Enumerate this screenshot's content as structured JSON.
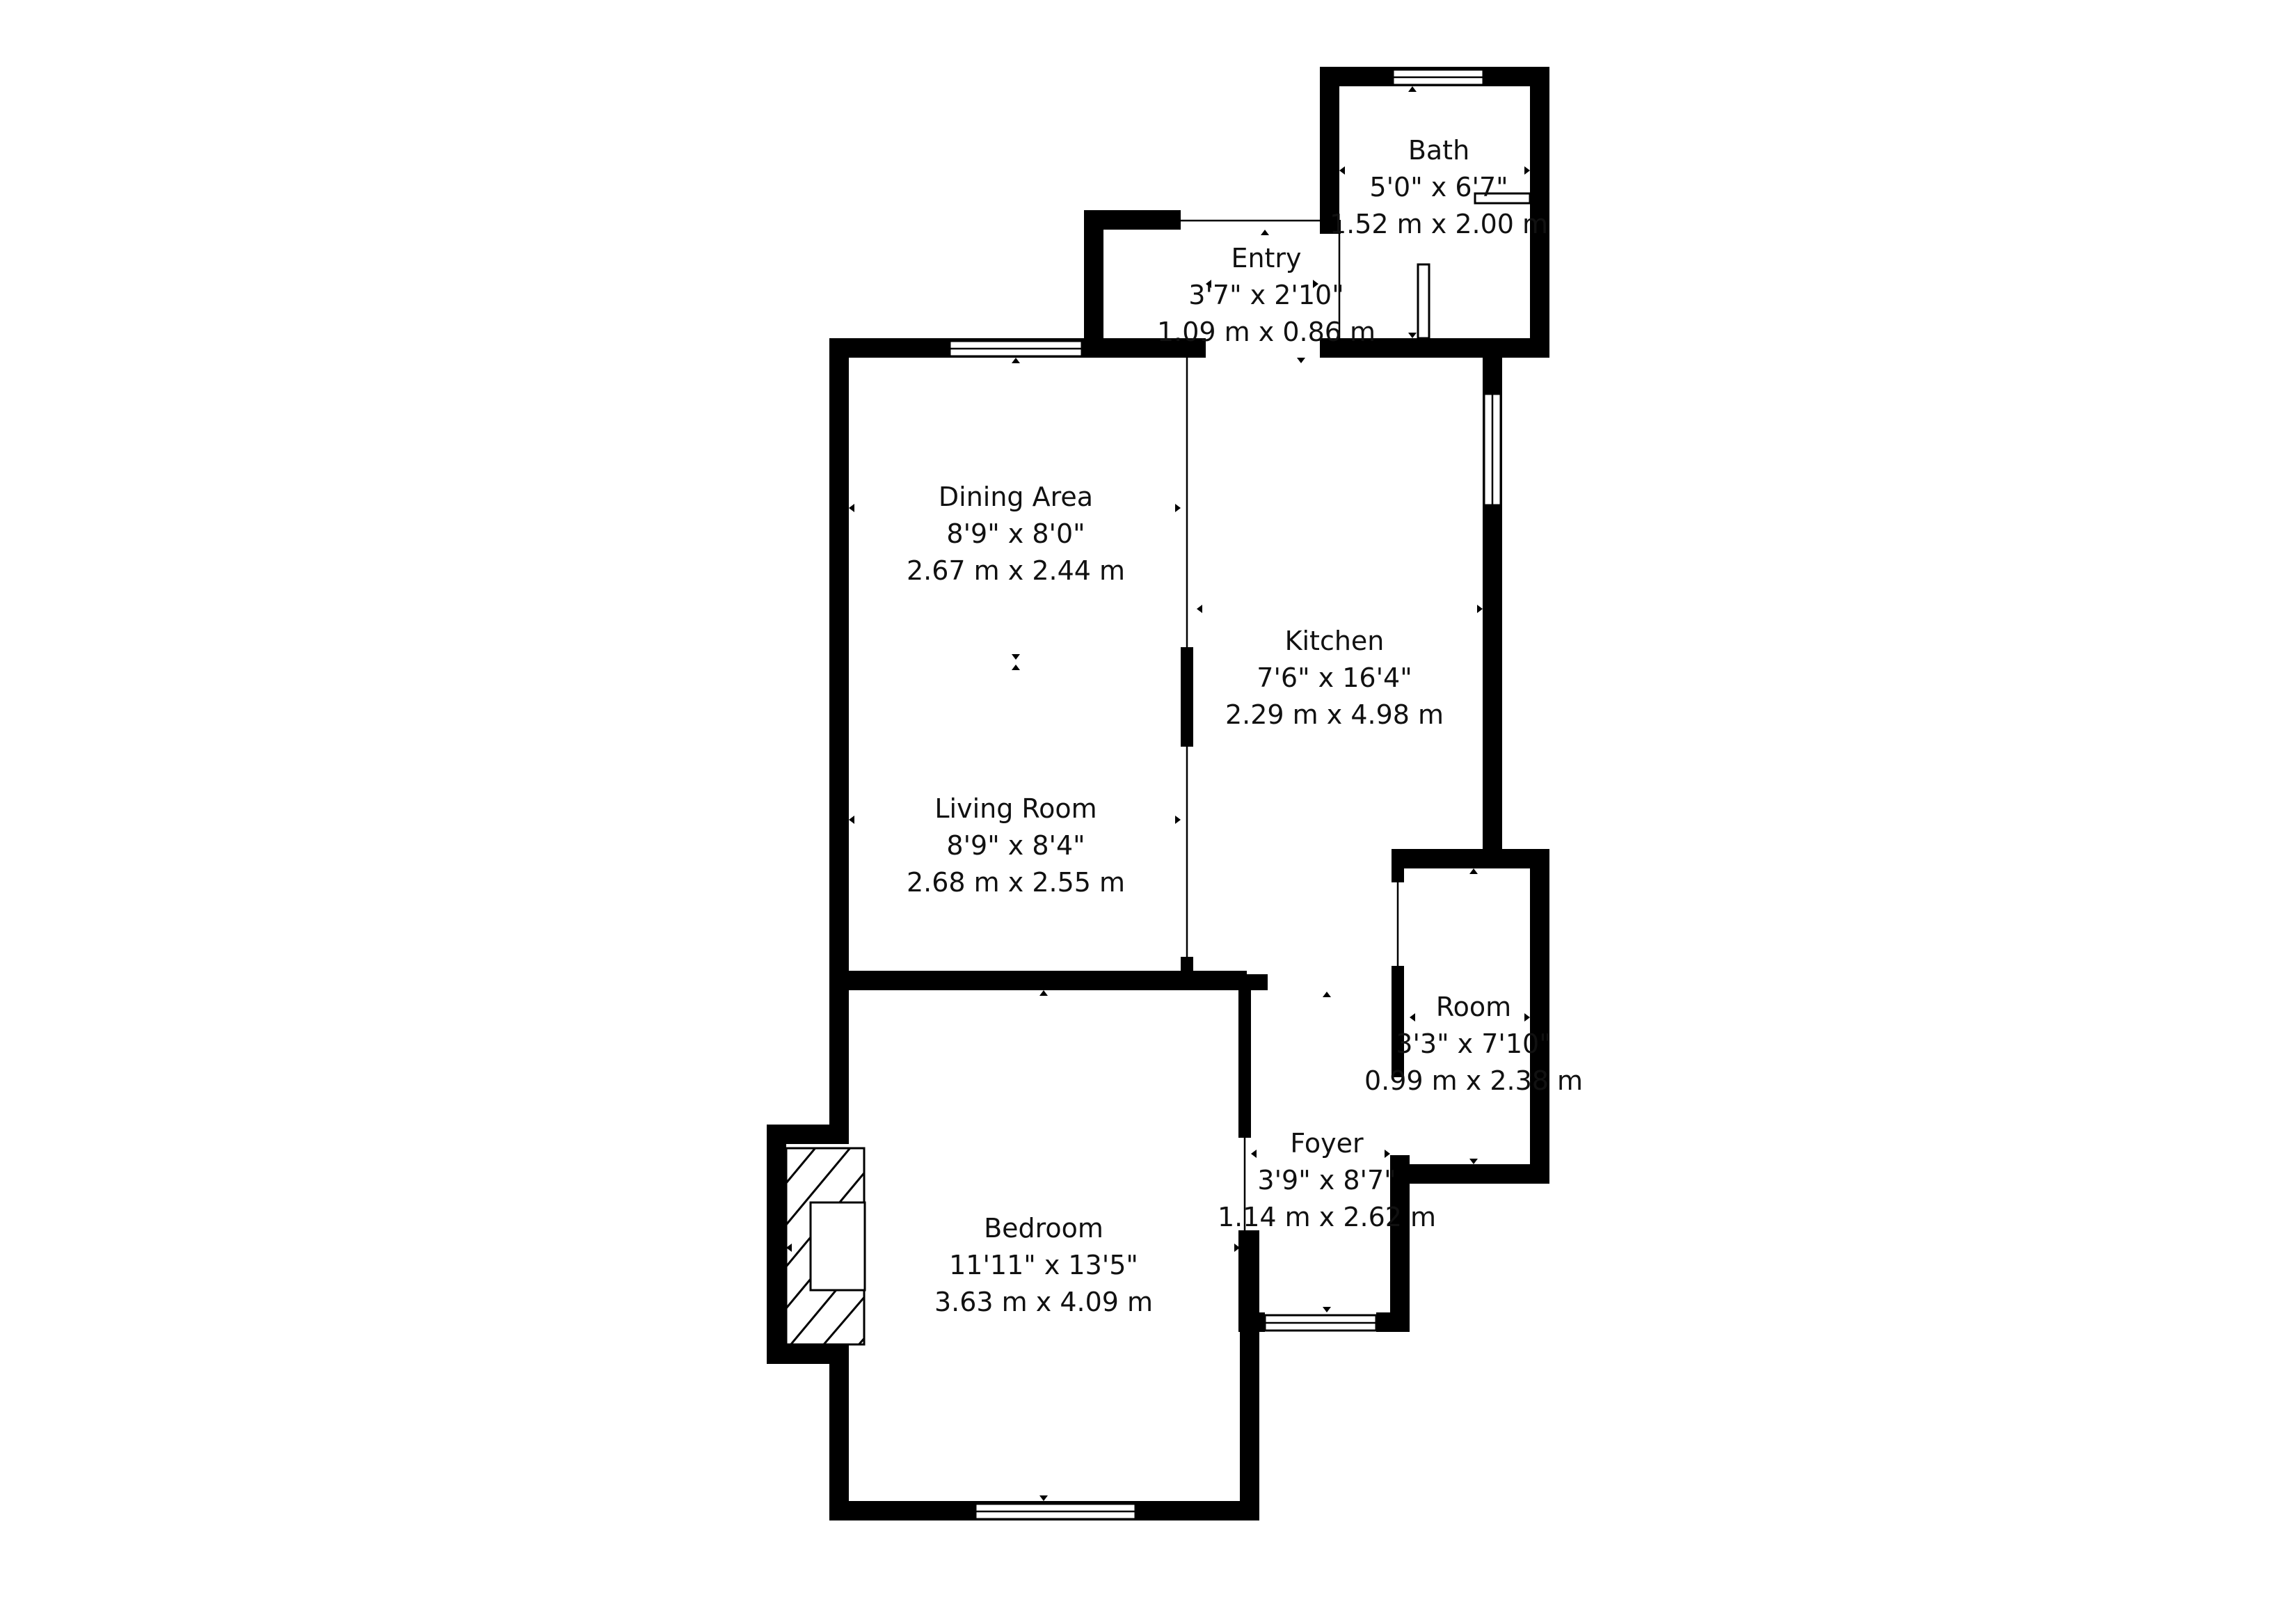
{
  "rooms": {
    "bath": {
      "name": "Bath",
      "imperial": "5'0\" x 6'7\"",
      "metric": "1.52 m x 2.00 m"
    },
    "entry": {
      "name": "Entry",
      "imperial": "3'7\" x 2'10\"",
      "metric": "1.09 m x 0.86 m"
    },
    "dining": {
      "name": "Dining Area",
      "imperial": "8'9\" x 8'0\"",
      "metric": "2.67 m x 2.44 m"
    },
    "kitchen": {
      "name": "Kitchen",
      "imperial": "7'6\" x 16'4\"",
      "metric": "2.29 m x 4.98 m"
    },
    "living": {
      "name": "Living Room",
      "imperial": "8'9\" x 8'4\"",
      "metric": "2.68 m x 2.55 m"
    },
    "room": {
      "name": "Room",
      "imperial": "3'3\" x 7'10\"",
      "metric": "0.99 m x 2.38 m"
    },
    "foyer": {
      "name": "Foyer",
      "imperial": "3'9\" x 8'7\"",
      "metric": "1.14 m x 2.62 m"
    },
    "bedroom": {
      "name": "Bedroom",
      "imperial": "11'11\" x 13'5\"",
      "metric": "3.63 m x 4.09 m"
    }
  },
  "colors": {
    "wall": "#000000",
    "background": "#ffffff",
    "text": "#111111"
  }
}
